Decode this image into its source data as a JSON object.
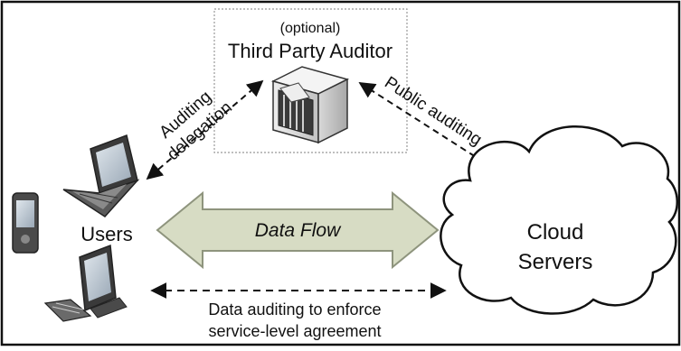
{
  "auditor": {
    "optional_label": "(optional)",
    "title": "Third Party Auditor"
  },
  "users": {
    "label": "Users"
  },
  "cloud": {
    "line1": "Cloud",
    "line2": "Servers"
  },
  "data_flow": {
    "label": "Data Flow"
  },
  "arrows": {
    "delegation_line1": "Auditing",
    "delegation_line2": "delegation",
    "public_auditing": "Public auditing",
    "sla_line1": "Data auditing to enforce",
    "sla_line2": "service-level agreement"
  },
  "colors": {
    "frame": "#111111",
    "data_flow_fill": "#d7dcc4",
    "data_flow_stroke": "#8e947d",
    "auditor_box_border": "#999999",
    "device_dark": "#3a3a3a",
    "device_screen": "#bcc7d2"
  },
  "icons": [
    "server-cabinet-icon",
    "laptop-icon",
    "pda-icon",
    "desktop-computer-icon",
    "cloud-icon"
  ]
}
